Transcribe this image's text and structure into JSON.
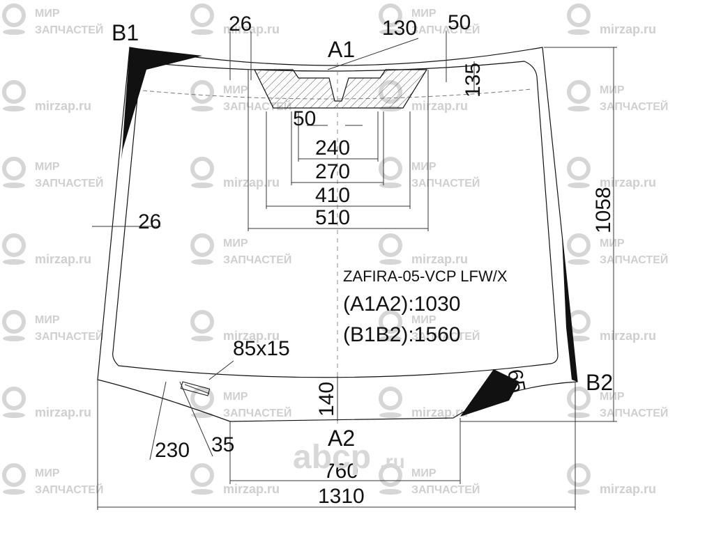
{
  "model": "ZAFIRA-05-VCP LFW/X",
  "a1a2": "(A1A2):1030",
  "b1b2": "(B1B2):1560",
  "points": {
    "a1": "A1",
    "a2": "A2",
    "b1": "B1",
    "b2": "B2"
  },
  "dimensions": {
    "top_left_26": "26",
    "top_130": "130",
    "top_right_50": "50",
    "right_135": "135",
    "sensor_50": "50",
    "d240": "240",
    "d270": "270",
    "d410": "410",
    "d510": "510",
    "left_26": "26",
    "height_1058": "1058",
    "label_85x15": "85x15",
    "d140": "140",
    "d65": "65",
    "d230": "230",
    "d35": "35",
    "d760": "760",
    "width_1310": "1310"
  },
  "watermark": {
    "mir": "МИР",
    "zapchastey": "ЗАПЧАСТЕЙ",
    "mirzap": "mirzap.ru",
    "logo_main": "abcp",
    "logo_tld": ".ru"
  }
}
